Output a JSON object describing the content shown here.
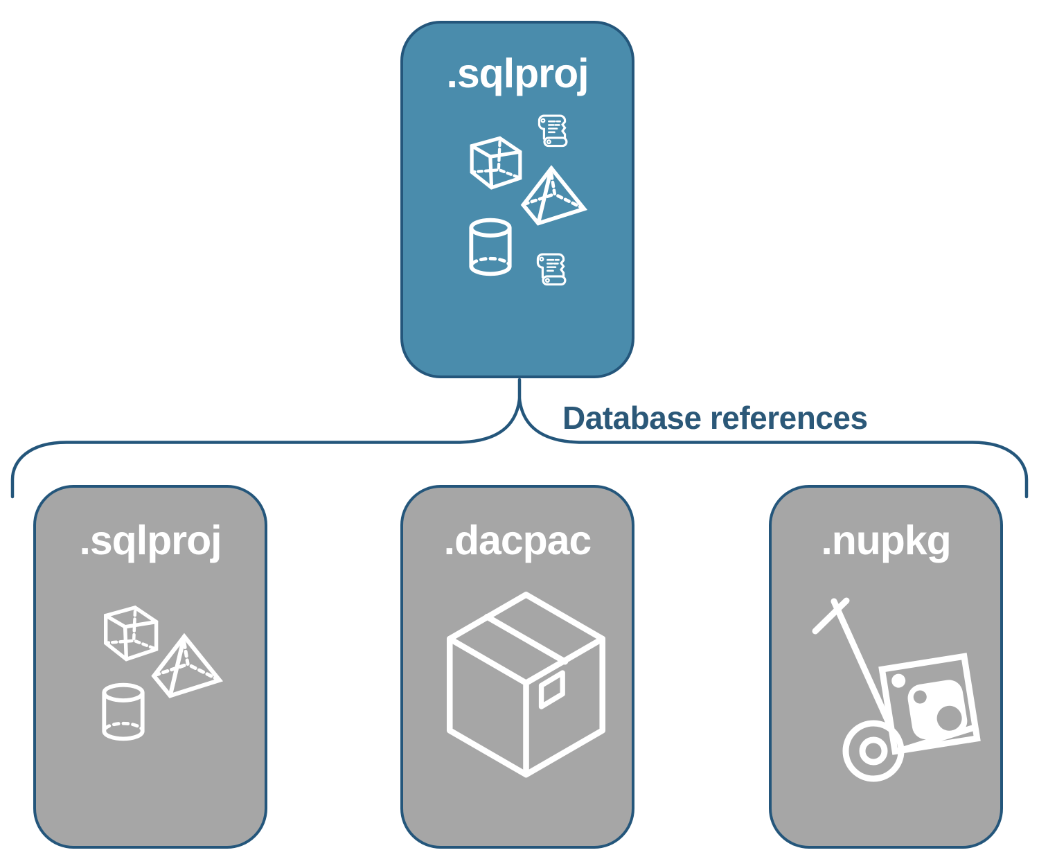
{
  "diagram": {
    "connector_label": "Database references",
    "root": {
      "label": ".sqlproj",
      "icons": [
        "scroll-icon",
        "cube-icon",
        "pyramid-icon",
        "cylinder-icon",
        "scroll-icon"
      ]
    },
    "children": [
      {
        "label": ".sqlproj",
        "icons": [
          "cube-icon",
          "pyramid-icon",
          "cylinder-icon"
        ]
      },
      {
        "label": ".dacpac",
        "icons": [
          "package-box-icon"
        ]
      },
      {
        "label": ".nupkg",
        "icons": [
          "nuget-handtruck-icon"
        ]
      }
    ],
    "colors": {
      "root_fill": "#4a8cac",
      "child_fill": "#a6a6a6",
      "outline": "#24567b",
      "label_text": "#2b5878",
      "icon_stroke": "#ffffff"
    }
  }
}
